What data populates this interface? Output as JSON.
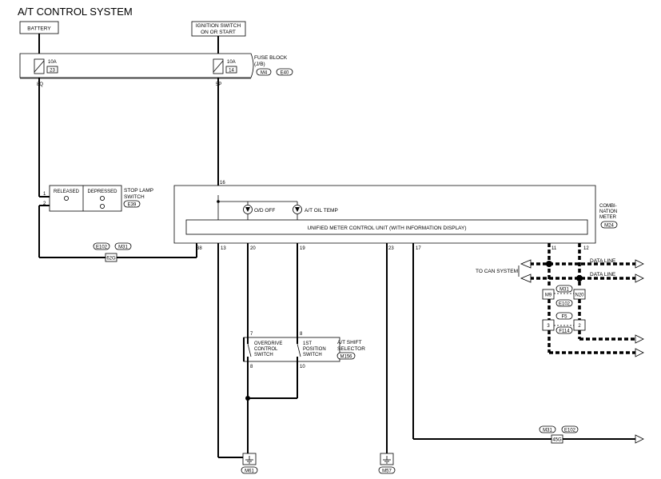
{
  "title": "A/T CONTROL SYSTEM",
  "battery": "BATTERY",
  "ignition": [
    "IGNITION SWITCH",
    "ON OR START"
  ],
  "fuse_block": {
    "label": [
      "FUSE BLOCK",
      "(J/B)"
    ],
    "fuse1_amp": "10A",
    "fuse1_num": "23",
    "fuse1_pin": "8Q",
    "fuse2_amp": "10A",
    "fuse2_num": "14",
    "fuse2_pin": "5P",
    "connectors": [
      "M4",
      "E40"
    ]
  },
  "stop_lamp": {
    "label": [
      "STOP LAMP",
      "SWITCH"
    ],
    "release": "RELEASED",
    "depressed": "DEPRESSED",
    "pin1": "1",
    "pin2": "2",
    "connector": "E39"
  },
  "meter": {
    "label": [
      "COMBI-",
      "NATION",
      "METER"
    ],
    "connector": "M24",
    "unit": "UNIFIED METER CONTROL UNIT (WITH INFORMATION DISPLAY)",
    "od_off": "O/D OFF",
    "at_oil_temp": "A/T OIL TEMP",
    "pins": {
      "p16": "16",
      "p38": "38",
      "p13": "13",
      "p20": "20",
      "p19": "19",
      "p23": "23",
      "p17": "17",
      "p11": "11",
      "p12": "12"
    }
  },
  "left_connector": {
    "a": "E102",
    "b": "M31",
    "pin": "62G"
  },
  "can": {
    "label": "TO CAN SYSTEM",
    "data_line1": "DATA LINE",
    "data_line2": "DATA LINE",
    "conn1": "M31",
    "conn2": "E102",
    "pin_left": "M9",
    "pin_right": "N20",
    "conn3": "F5",
    "conn4": "F114",
    "pin3": "3",
    "pin2": "2"
  },
  "selector": {
    "label": [
      "A/T SHIFT",
      "SELECTOR"
    ],
    "connector": "M156",
    "od": [
      "OVERDRIVE",
      "CONTROL",
      "SWITCH"
    ],
    "first": [
      "1ST",
      "POSITION",
      "SWITCH"
    ],
    "pin7": "7",
    "pin8a": "8",
    "pin8b": "8",
    "pin10": "10"
  },
  "bottom_connector": {
    "a": "M31",
    "b": "E102",
    "pin": "45G"
  },
  "grounds": [
    "M61",
    "M57"
  ]
}
